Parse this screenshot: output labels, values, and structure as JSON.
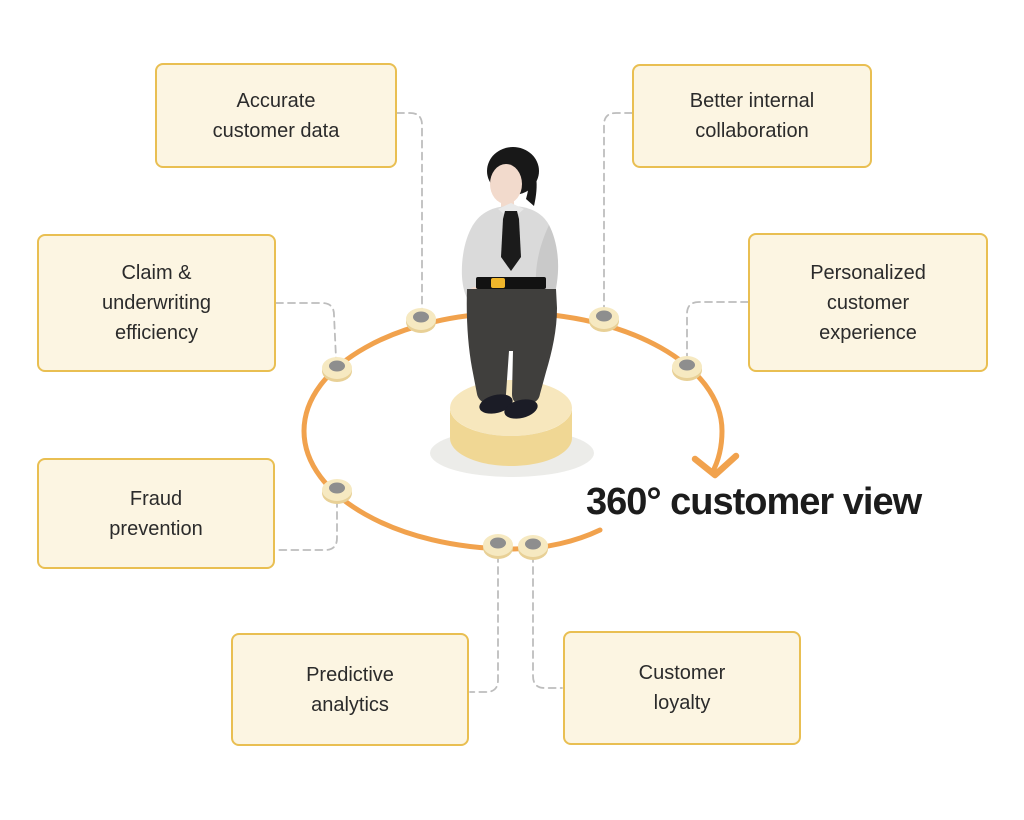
{
  "title": "360° customer view",
  "center_illustration": "person standing on podium inside orange 360-degree ring",
  "boxes": [
    {
      "id": "accurate-customer-data",
      "lines": [
        "Accurate",
        "customer data"
      ]
    },
    {
      "id": "better-internal-collaboration",
      "lines": [
        "Better internal",
        "collaboration"
      ]
    },
    {
      "id": "claim-underwriting-efficiency",
      "lines": [
        "Claim &",
        "underwriting",
        "efficiency"
      ]
    },
    {
      "id": "personalized-customer-experience",
      "lines": [
        "Personalized",
        "customer",
        "experience"
      ]
    },
    {
      "id": "fraud-prevention",
      "lines": [
        "Fraud",
        "prevention"
      ]
    },
    {
      "id": "predictive-analytics",
      "lines": [
        "Predictive",
        "analytics"
      ]
    },
    {
      "id": "customer-loyalty",
      "lines": [
        "Customer",
        "loyalty"
      ]
    }
  ],
  "colors": {
    "background": "#ffffff",
    "box_fill": "#fcf5e2",
    "box_border": "#e9bf52",
    "text_dark": "#2b2b2b",
    "title_color": "#1c1c1c",
    "ring_orange": "#f1a24d",
    "connector_gray": "#bdbdbd",
    "node_fill": "#f6e9c1",
    "node_side": "#e8d096",
    "node_center": "#8e8e8e",
    "podium_top": "#f7e7bd",
    "podium_side": "#f0d794",
    "podium_shadow": "#ecece9",
    "person_hair": "#181818",
    "person_skin": "#f2dacc",
    "person_shirt": "#dadada",
    "person_shirt_shade": "#c9c9c9",
    "person_collar": "#e9e9e9",
    "person_tie": "#1b1b1b",
    "person_pants": "#403f3d",
    "person_shoes": "#1b1c26",
    "person_belt": "#121212",
    "person_buckle": "#f0b62b"
  }
}
